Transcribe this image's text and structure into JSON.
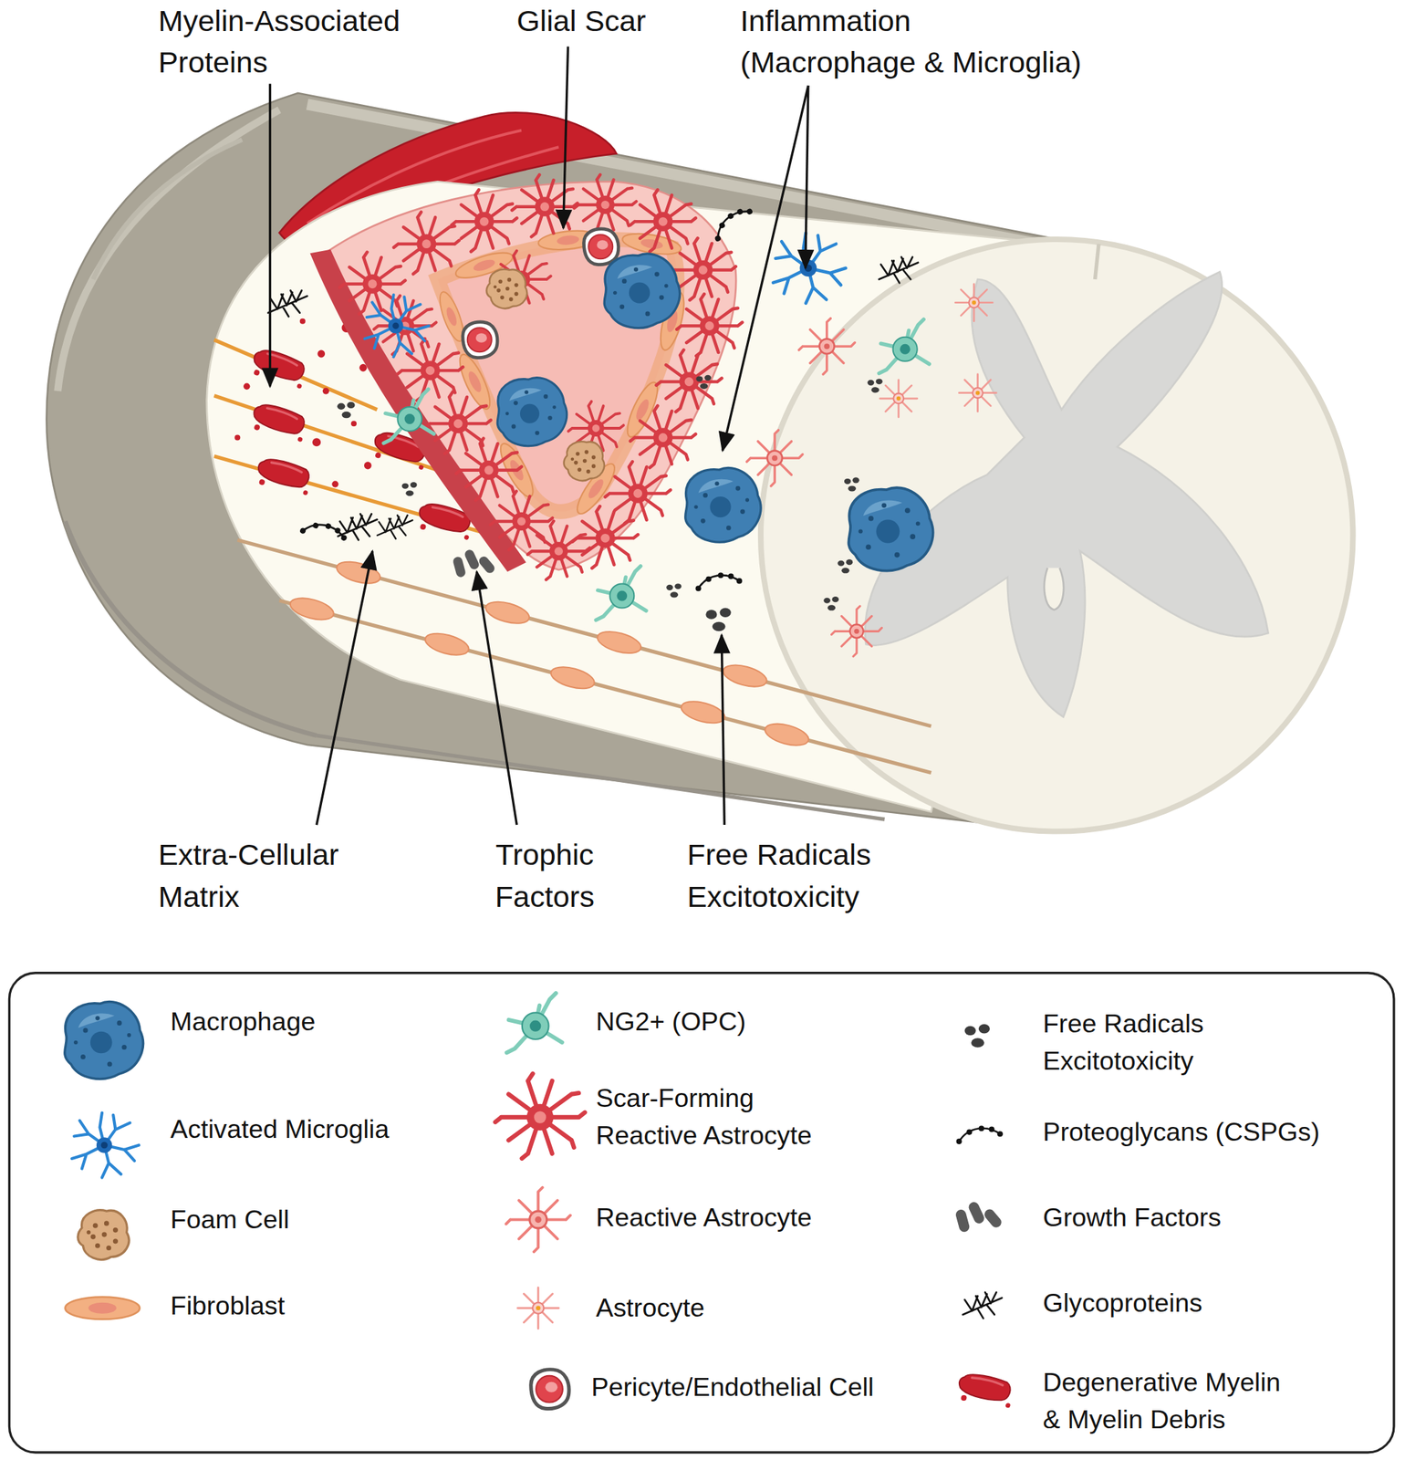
{
  "diagram": {
    "labels": [
      "Myelin-Associated Proteins",
      "Glial Scar",
      "Inflammation (Macrophage & Microglia)",
      "Extra-Cellular Matrix",
      "Trophic Factors",
      "Free Radicals Excitotoxicity"
    ],
    "legend": [
      {
        "text": "Macrophage"
      },
      {
        "text": "Activated Microglia"
      },
      {
        "text": "Foam Cell"
      },
      {
        "text": "Fibroblast"
      },
      {
        "text": "NG2+ (OPC)"
      },
      {
        "text": "Scar-Forming Reactive Astrocyte"
      },
      {
        "text": "Reactive Astrocyte"
      },
      {
        "text": "Astrocyte"
      },
      {
        "text": "Pericyte/Endothelial Cell"
      },
      {
        "text": "Free Radicals Excitotoxicity"
      },
      {
        "text": "Proteoglycans (CSPGs)"
      },
      {
        "text": "Growth Factors"
      },
      {
        "text": "Glycoproteins"
      },
      {
        "text": "Degenerative Myelin & Myelin Debris"
      }
    ]
  }
}
